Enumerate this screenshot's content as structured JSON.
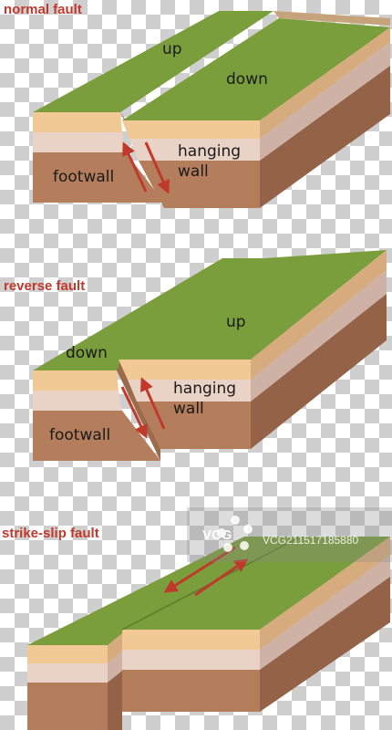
{
  "normal": {
    "title": "normal fault",
    "up": "up",
    "down": "down",
    "hanging_1": "hanging",
    "hanging_2": "wall",
    "footwall": "footwall"
  },
  "reverse": {
    "title": "reverse fault",
    "up": "up",
    "down": "down",
    "hanging_1": "hanging",
    "hanging_2": "wall",
    "footwall": "footwall"
  },
  "strike_slip": {
    "title": "strike-slip fault"
  },
  "watermark": {
    "brand": "VCG",
    "code": "VCG21151718588​0"
  },
  "colors": {
    "grass": "#7a9e3b",
    "sand": "#f1c995",
    "pink": "#e9d2c6",
    "brown": "#b47e5c",
    "arrow": "#c0392b",
    "title": "#c0392b"
  }
}
